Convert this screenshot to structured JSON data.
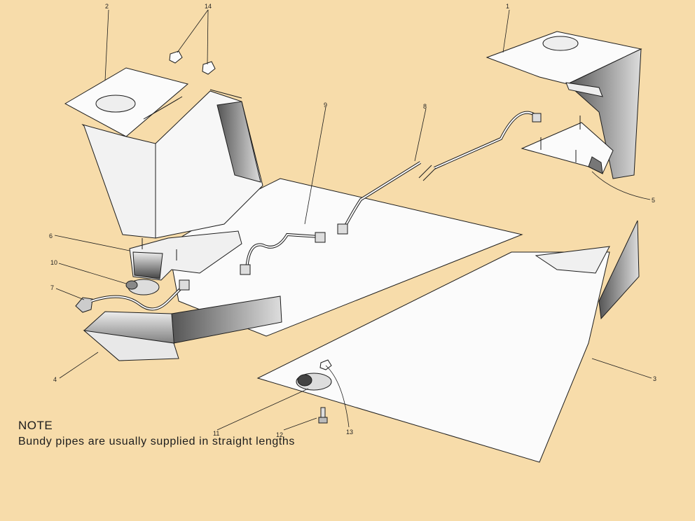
{
  "diagram": {
    "callouts": [
      "1",
      "2",
      "3",
      "4",
      "5",
      "6",
      "7",
      "8",
      "9",
      "10",
      "11",
      "12",
      "13",
      "14"
    ],
    "colors": {
      "background": "#f7dcaa",
      "panel": "#fbfbfb",
      "ink": "#1c1c1c"
    }
  },
  "note": {
    "title": "NOTE",
    "text": "Bundy pipes are usually supplied in straight lengths"
  }
}
